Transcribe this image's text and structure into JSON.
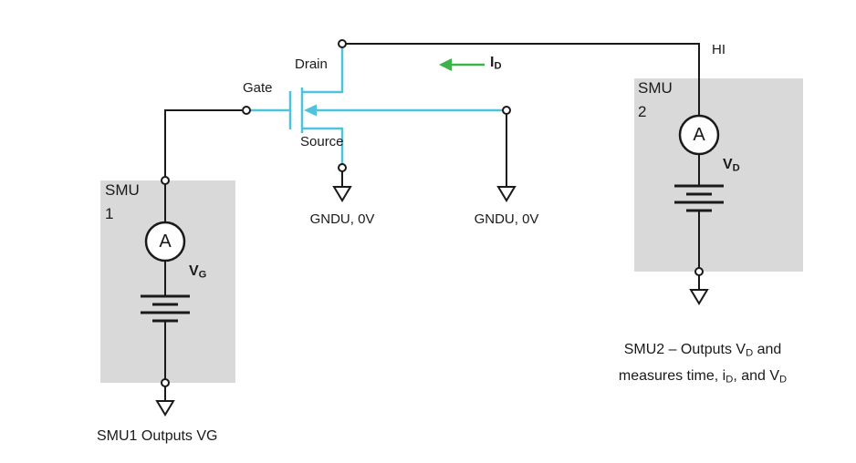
{
  "colors": {
    "panel": "#d9d9d9",
    "wire": "#1a1a1a",
    "mosfet": "#4ec3da",
    "arrow_green": "#3cb24c",
    "node_fill": "#ffffff"
  },
  "labels": {
    "gate": "Gate",
    "drain": "Drain",
    "source": "Source",
    "gndu_source": "GNDU, 0V",
    "gndu_body": "GNDU, 0V",
    "hi": "HI",
    "id": {
      "main": "I",
      "sub": "D"
    }
  },
  "smu1": {
    "name": "SMU",
    "number": "1",
    "meter": "A",
    "v": {
      "main": "V",
      "sub": "G"
    },
    "caption": "SMU1 Outputs VG"
  },
  "smu2": {
    "name": "SMU",
    "number": "2",
    "meter": "A",
    "v": {
      "main": "V",
      "sub": "D"
    },
    "caption_line1": {
      "p1": "SMU2 – Outputs V",
      "sub1": "D",
      "p2": " and"
    },
    "caption_line2": {
      "p1": "measures time, i",
      "sub1": "D",
      "p2": ", and V",
      "sub2": "D"
    }
  }
}
